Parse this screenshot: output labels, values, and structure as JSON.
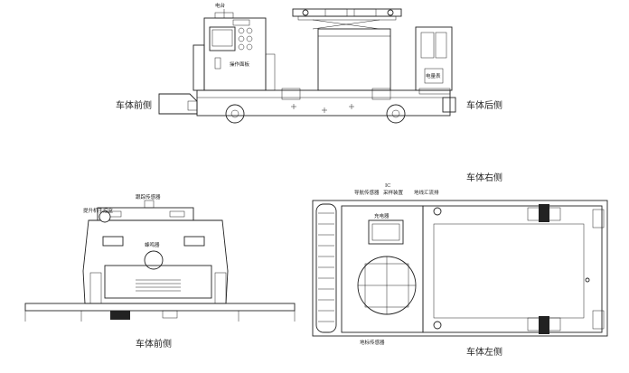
{
  "views": {
    "front_side": "车体前侧",
    "rear_side": "车体后侧",
    "right_side": "车体右侧",
    "front_view": "车体前侧",
    "left_side": "车体左侧"
  },
  "side_labels": {
    "electric_cabinet": "电台",
    "operation_panel": "操作面板",
    "battery": "电量表"
  },
  "front_labels": {
    "lift_hand_operator": "提升机手控盒",
    "tracking_sensor": "跟踪传感器",
    "buzzer": "蜂鸣器"
  },
  "top_labels": {
    "ic": "IC",
    "guide_sensor": "导航传感器",
    "sampling_unit": "采样装置",
    "ground_bus": "地线汇流排",
    "charger": "充电器",
    "landmark_sensor": "地标传感器"
  }
}
